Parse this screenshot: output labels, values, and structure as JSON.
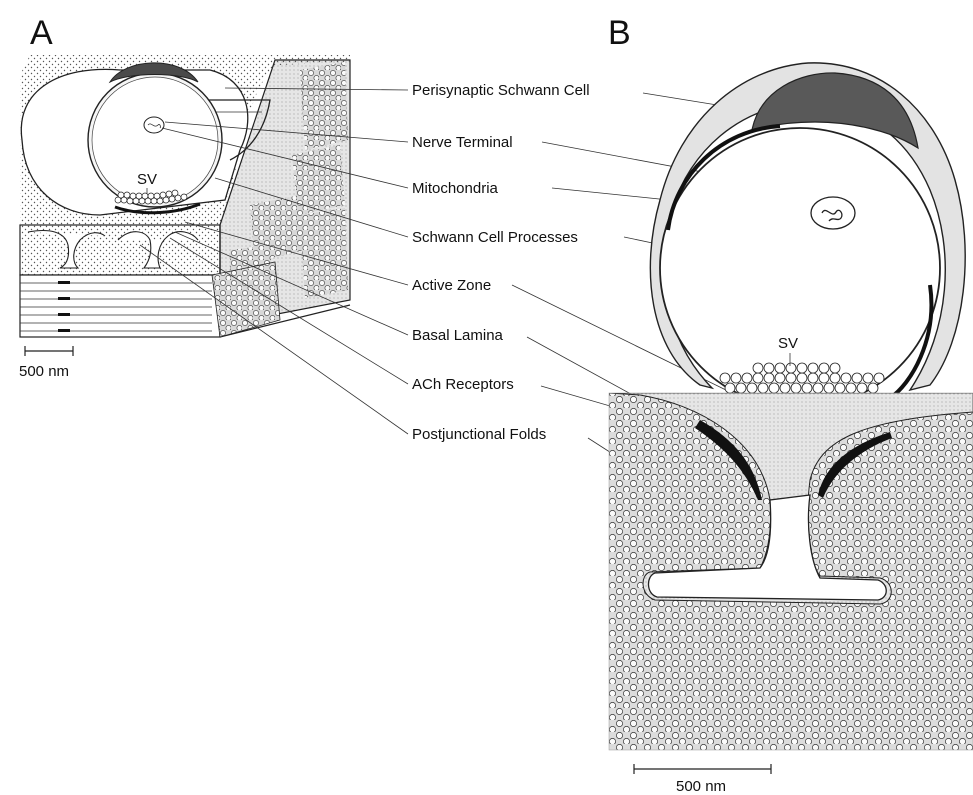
{
  "panels": {
    "a": "A",
    "b": "B"
  },
  "labels": {
    "perisynaptic_schwann_cell": "Perisynaptic Schwann Cell",
    "nerve_terminal": "Nerve Terminal",
    "mitochondria": "Mitochondria",
    "schwann_cell_processes": "Schwann Cell Processes",
    "active_zone": "Active Zone",
    "basal_lamina": "Basal Lamina",
    "ach_receptors": "ACh Receptors",
    "postjunctional_folds": "Postjunctional Folds"
  },
  "sv": {
    "a": "SV",
    "b": "SV"
  },
  "scale_bars": {
    "a": "500 nm",
    "b": "500 nm"
  }
}
